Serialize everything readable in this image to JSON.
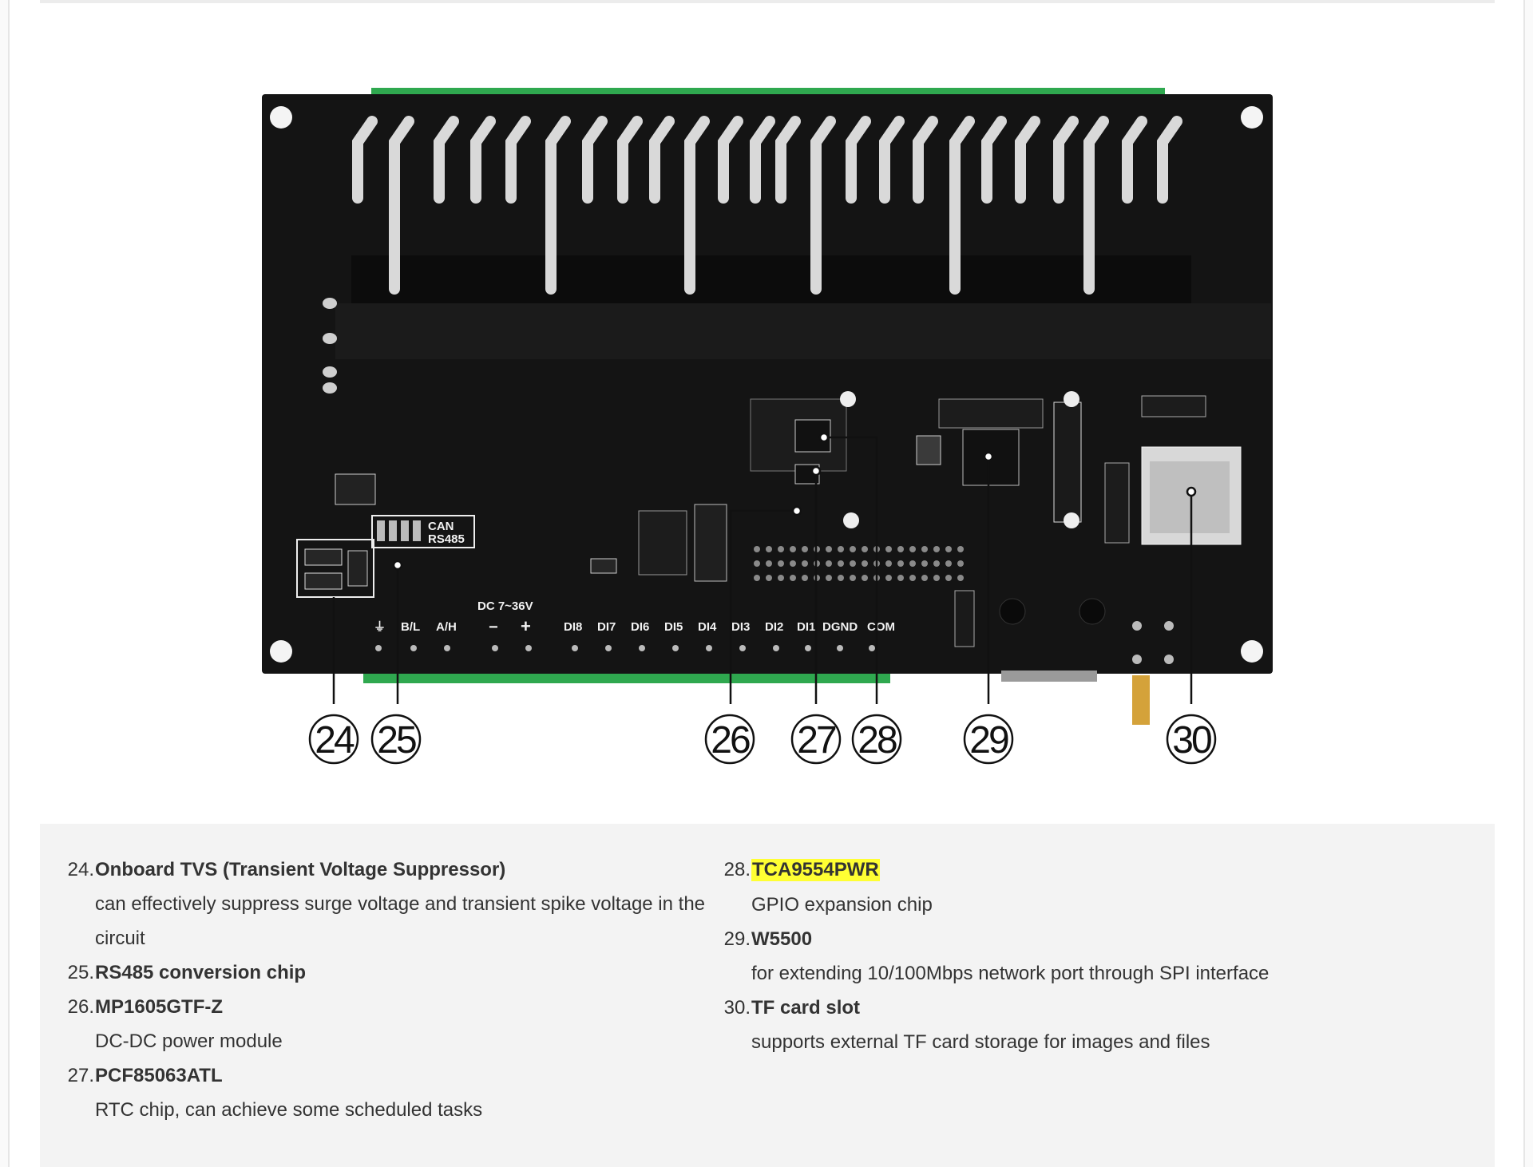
{
  "board": {
    "silkscreen": {
      "can": "CAN",
      "rs485": "RS485",
      "dc": "DC 7~36V",
      "minus": "−",
      "plus": "+",
      "rs485_pins": [
        "⏚",
        "B/L",
        "A/H"
      ],
      "di_pins": [
        "DI8",
        "DI7",
        "DI6",
        "DI5",
        "DI4",
        "DI3",
        "DI2",
        "DI1",
        "DGND",
        "COM"
      ]
    },
    "callouts": [
      "24",
      "25",
      "26",
      "27",
      "28",
      "29",
      "30"
    ]
  },
  "items": {
    "left": [
      {
        "num": "24.",
        "title": "Onboard TVS (Transient Voltage Suppressor)",
        "desc": [
          "can effectively suppress surge voltage and transient spike voltage in the",
          "circuit"
        ],
        "highlight": false
      },
      {
        "num": "25.",
        "title": "RS485 conversion chip",
        "desc": [],
        "highlight": false
      },
      {
        "num": "26.",
        "title": "MP1605GTF-Z",
        "desc": [
          "DC-DC power module"
        ],
        "highlight": false
      },
      {
        "num": "27.",
        "title": "PCF85063ATL",
        "desc": [
          "RTC chip, can achieve some scheduled tasks"
        ],
        "highlight": false
      }
    ],
    "right": [
      {
        "num": "28.",
        "title": "TCA9554PWR",
        "desc": [
          "GPIO expansion chip"
        ],
        "highlight": true
      },
      {
        "num": "29.",
        "title": "W5500",
        "desc": [
          "for extending 10/100Mbps network port through SPI interface"
        ],
        "highlight": false
      },
      {
        "num": "30.",
        "title": "TF card slot",
        "desc": [
          "supports external TF card storage for images and files"
        ],
        "highlight": false
      }
    ]
  },
  "colors": {
    "pcb": "#141414",
    "terminal": "#2fa84f",
    "highlight": "#ffff33",
    "panel": "#f3f3f3"
  }
}
